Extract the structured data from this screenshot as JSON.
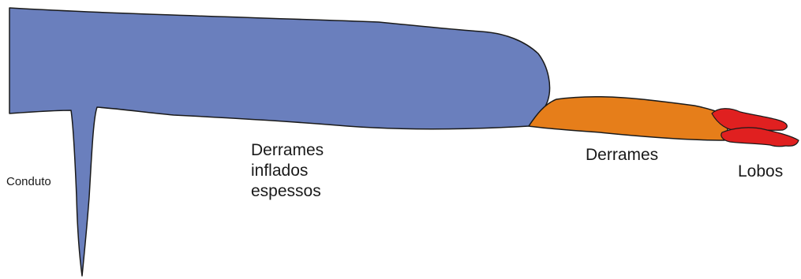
{
  "labels": {
    "conduto": "Conduto",
    "thick_flows_line1": "Derrames",
    "thick_flows_line2": "inflados",
    "thick_flows_line3": "espessos",
    "flows": "Derrames",
    "lobes": "Lobos"
  },
  "colors": {
    "thick_flow_fill": "#6a7fbd",
    "flow_fill": "#e67e1a",
    "lobe_fill": "#e02020",
    "outline": "#1a1a1a"
  }
}
